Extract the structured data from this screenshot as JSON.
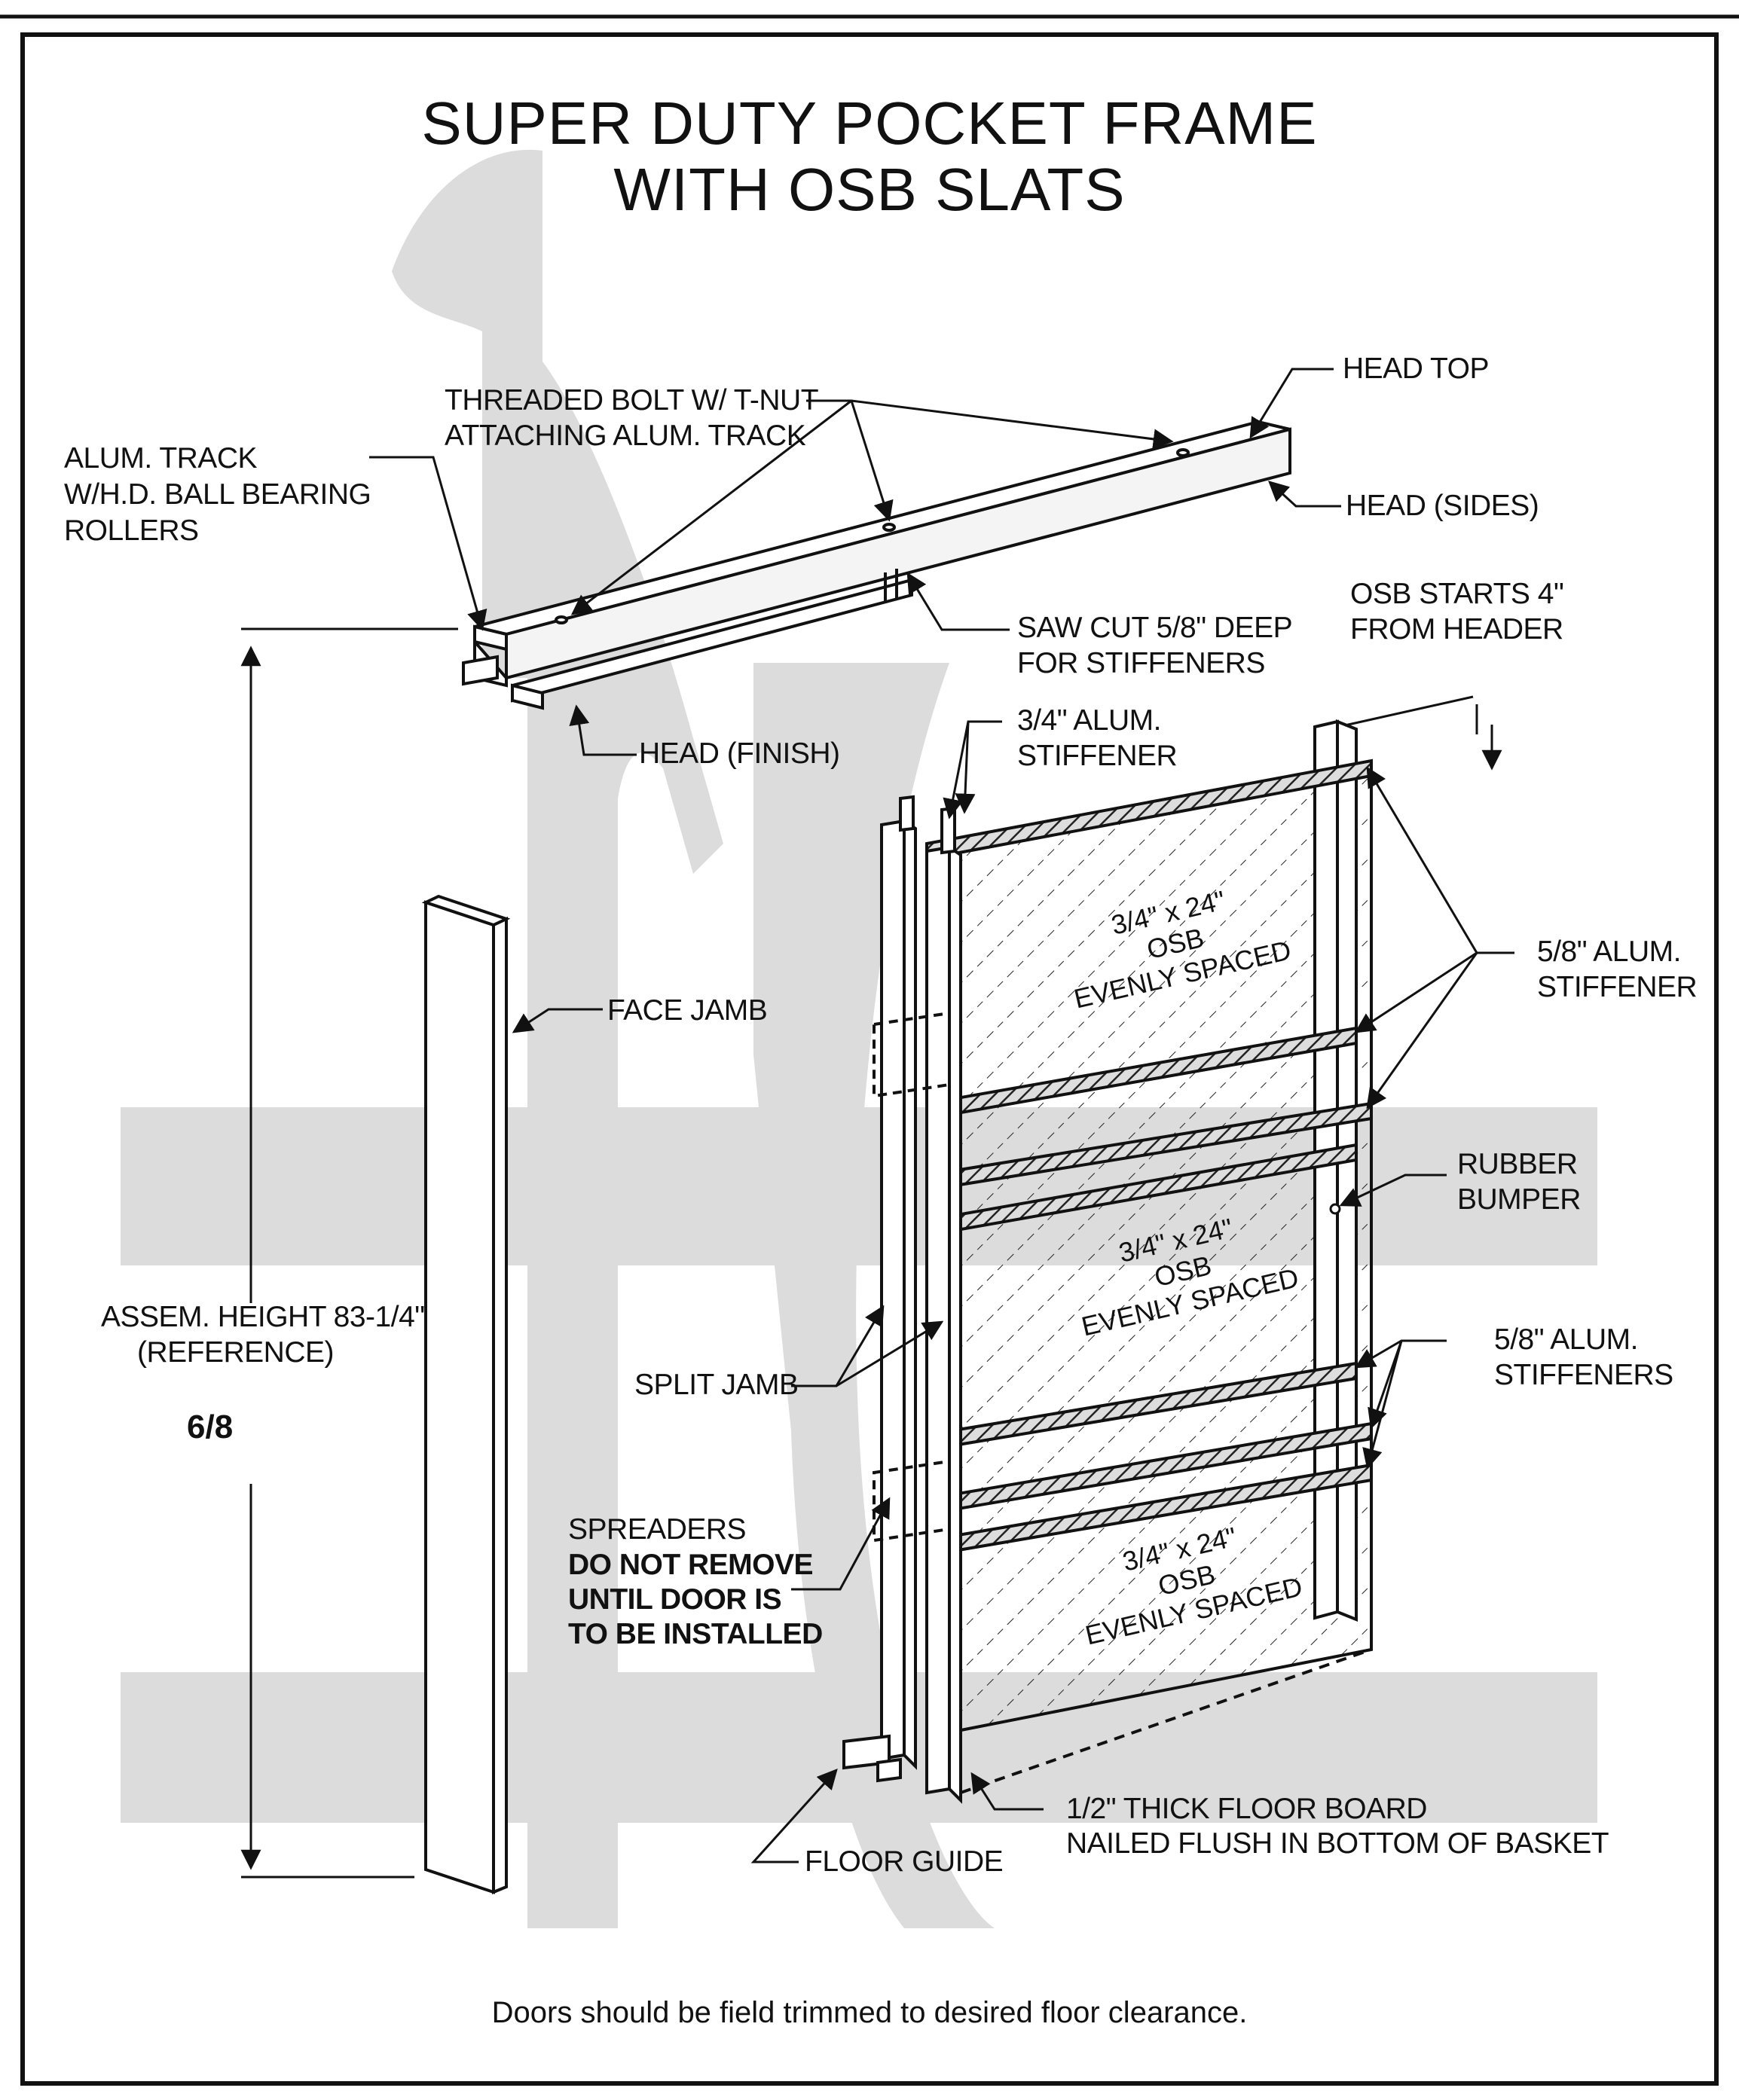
{
  "title": {
    "line1": "SUPER DUTY POCKET FRAME",
    "line2": "WITH OSB SLATS"
  },
  "labels": {
    "head_top": "HEAD TOP",
    "threaded_bolt": [
      "THREADED BOLT W/ T-NUT",
      "ATTACHING ALUM. TRACK"
    ],
    "alum_track": [
      "ALUM. TRACK",
      "W/H.D. BALL BEARING",
      "ROLLERS"
    ],
    "head_sides": "HEAD (SIDES)",
    "osb_starts": [
      "OSB STARTS 4\"",
      "FROM HEADER"
    ],
    "saw_cut": [
      "SAW CUT 5/8\" DEEP",
      "FOR STIFFENERS"
    ],
    "head_finish": "HEAD (FINISH)",
    "alum_stiffener_34": [
      "3/4\" ALUM.",
      "STIFFENER"
    ],
    "face_jamb": "FACE JAMB",
    "alum_stiffener_58": [
      "5/8\" ALUM.",
      "STIFFENER"
    ],
    "rubber_bumper": [
      "RUBBER",
      "BUMPER"
    ],
    "assem_height": [
      "ASSEM. HEIGHT 83-1/4\"",
      "(REFERENCE)"
    ],
    "door_size": "6/8",
    "split_jamb": "SPLIT JAMB",
    "alum_stiffeners_58": [
      "5/8\" ALUM.",
      "STIFFENERS"
    ],
    "spreaders": [
      "SPREADERS",
      "DO NOT REMOVE",
      "UNTIL DOOR IS",
      "TO BE INSTALLED"
    ],
    "floor_board": [
      "1/2\" THICK FLOOR BOARD",
      "NAILED FLUSH IN BOTTOM OF BASKET"
    ],
    "floor_guide": "FLOOR GUIDE"
  },
  "osb_panels": [
    [
      "3/4\" x 24\"",
      "OSB",
      "EVENLY SPACED"
    ],
    [
      "3/4\" x 24\"",
      "OSB",
      "EVENLY SPACED"
    ],
    [
      "3/4\" x 24\"",
      "OSB",
      "EVENLY SPACED"
    ]
  ],
  "footer_note": "Doors should be field trimmed to desired floor clearance.",
  "colors": {
    "ink": "#111111",
    "watermark": "#d9d9d9",
    "paper": "#ffffff"
  }
}
